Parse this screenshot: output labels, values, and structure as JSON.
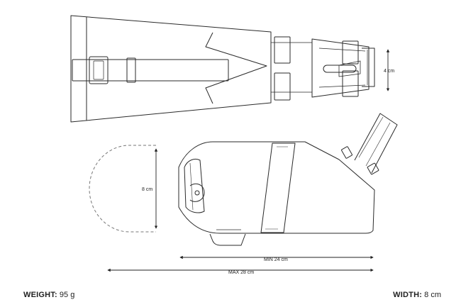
{
  "dimensions": {
    "top_height": "4 cm",
    "side_height": "8 cm",
    "min_length": "MIN 24 cm",
    "max_length": "MAX 28 cm"
  },
  "specs": {
    "weight_label": "WEIGHT:",
    "weight_value": "95 g",
    "width_label": "WIDTH:",
    "width_value": "8 cm"
  },
  "colors": {
    "outline": "#2a2a2a",
    "fill": "#ffffff",
    "dashed": "#777777"
  }
}
